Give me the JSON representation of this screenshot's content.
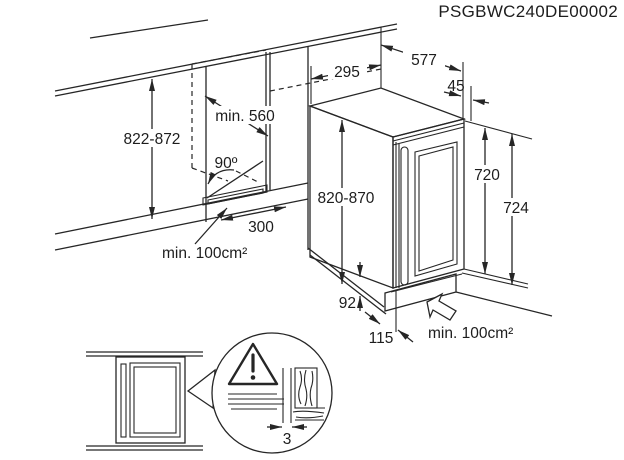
{
  "title": "PSGBWC240DE00002",
  "colors": {
    "line": "#262626",
    "background": "#ffffff"
  },
  "labels": {
    "niche_height": "822-872",
    "niche_depth": "min. 560",
    "door_open_angle": "90º",
    "vent_width": "300",
    "vent_area": "min. 100cm²",
    "appliance_width": "295",
    "appliance_depth": "577",
    "counter_overhang": "45",
    "door_height": "720",
    "total_height": "724",
    "build_in_height": "820-870",
    "plinth_height": "92",
    "plinth_recess": "115",
    "airflow_area": "min. 100cm²",
    "side_gap": "3"
  }
}
